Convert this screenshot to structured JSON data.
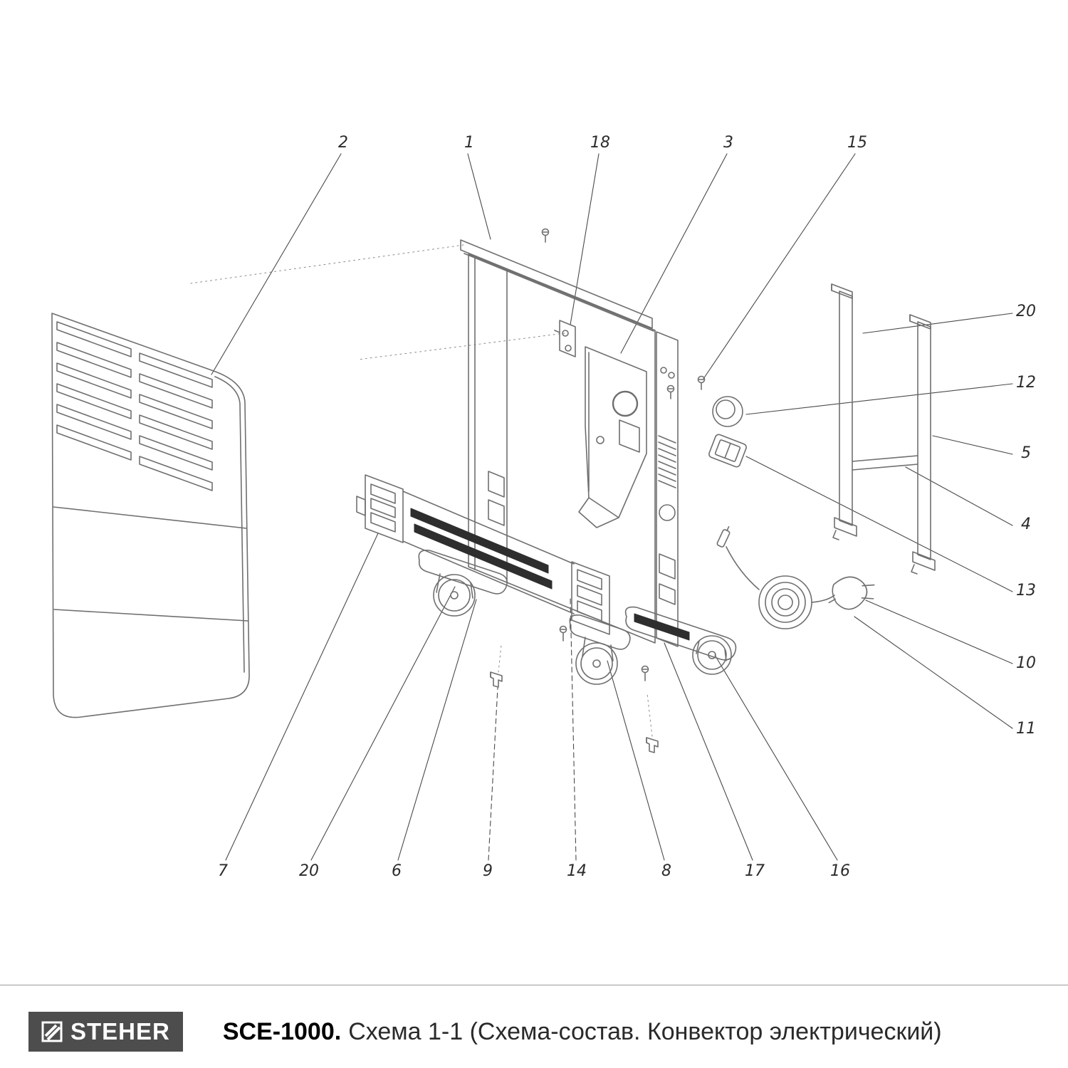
{
  "diagram": {
    "callouts": {
      "top": [
        {
          "label": "2"
        },
        {
          "label": "1"
        },
        {
          "label": "18"
        },
        {
          "label": "3"
        },
        {
          "label": "15"
        }
      ],
      "right": [
        {
          "label": "20"
        },
        {
          "label": "12"
        },
        {
          "label": "5"
        },
        {
          "label": "4"
        },
        {
          "label": "13"
        },
        {
          "label": "10"
        },
        {
          "label": "11"
        }
      ],
      "bottom": [
        {
          "label": "7"
        },
        {
          "label": "20"
        },
        {
          "label": "6"
        },
        {
          "label": "9"
        },
        {
          "label": "14"
        },
        {
          "label": "8"
        },
        {
          "label": "17"
        },
        {
          "label": "16"
        }
      ]
    },
    "colors": {
      "drawing_line": "#6f6f6f",
      "leader_line": "#4a4a4a",
      "dark_fill": "#2e2e2e"
    }
  },
  "footer": {
    "brand": "STEHER",
    "logo_bg": "#4d4d4d",
    "logo_icon": "steher-mark-icon",
    "model": "SCE-1000.",
    "caption": "Схема 1-1 (Схема-состав. Конвектор электрический)"
  }
}
